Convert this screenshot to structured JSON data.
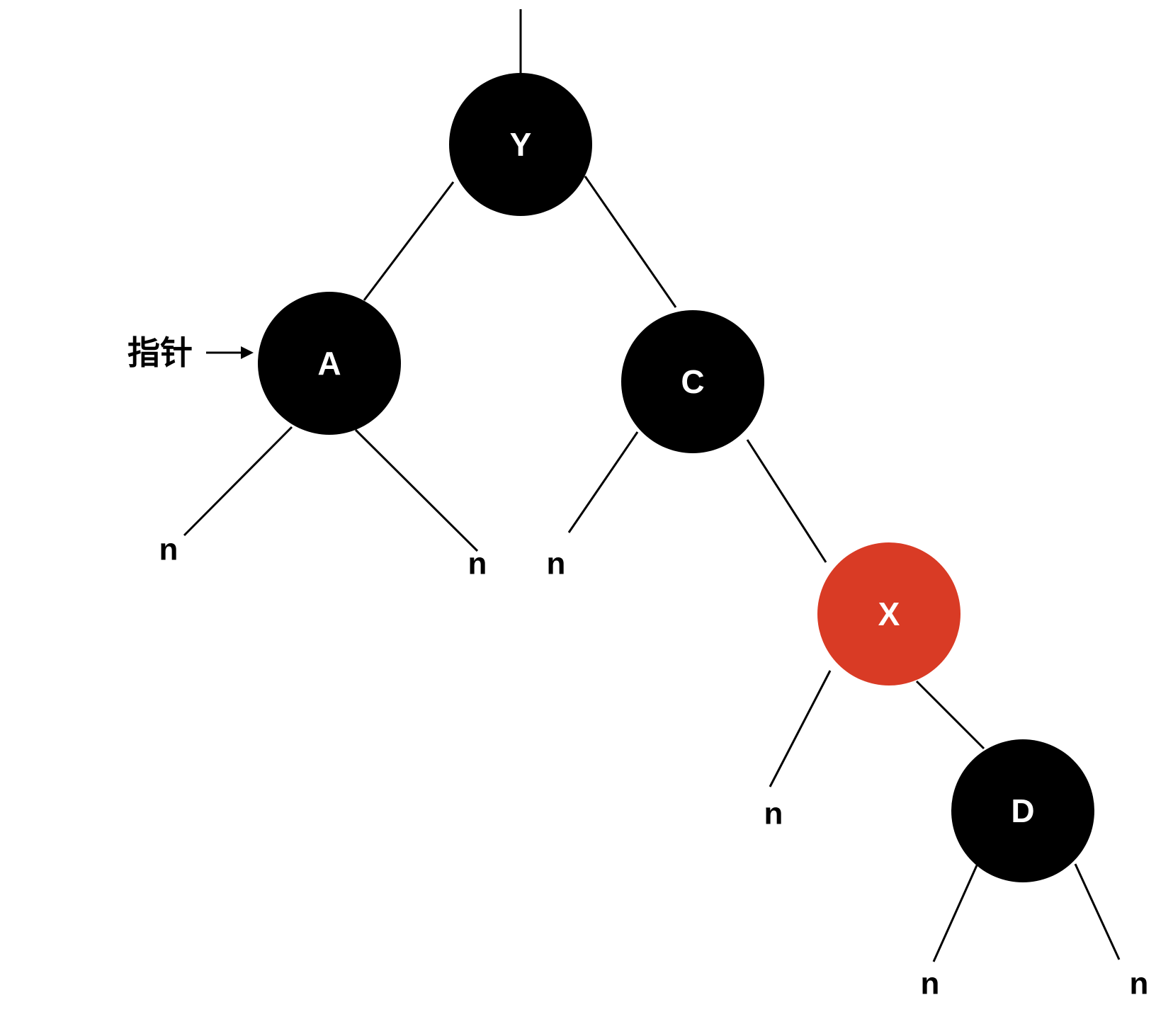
{
  "colors": {
    "black_node": "#000000",
    "red_node": "#d93b25",
    "node_text": "#ffffff",
    "leaf_text": "#000000",
    "edge": "#000000",
    "background": "#ffffff"
  },
  "tree": {
    "nodes": [
      {
        "id": "Y",
        "label": "Y",
        "color": "black"
      },
      {
        "id": "A",
        "label": "A",
        "color": "black"
      },
      {
        "id": "C",
        "label": "C",
        "color": "black"
      },
      {
        "id": "X",
        "label": "X",
        "color": "red"
      },
      {
        "id": "D",
        "label": "D",
        "color": "black"
      }
    ],
    "leaves": [
      {
        "id": "A-left",
        "label": "n"
      },
      {
        "id": "A-right",
        "label": "n"
      },
      {
        "id": "C-left",
        "label": "n"
      },
      {
        "id": "X-left",
        "label": "n"
      },
      {
        "id": "D-left",
        "label": "n"
      },
      {
        "id": "D-right",
        "label": "n"
      }
    ]
  },
  "pointer": {
    "label": "指针",
    "target": "A",
    "icon": "right-arrow-icon"
  }
}
